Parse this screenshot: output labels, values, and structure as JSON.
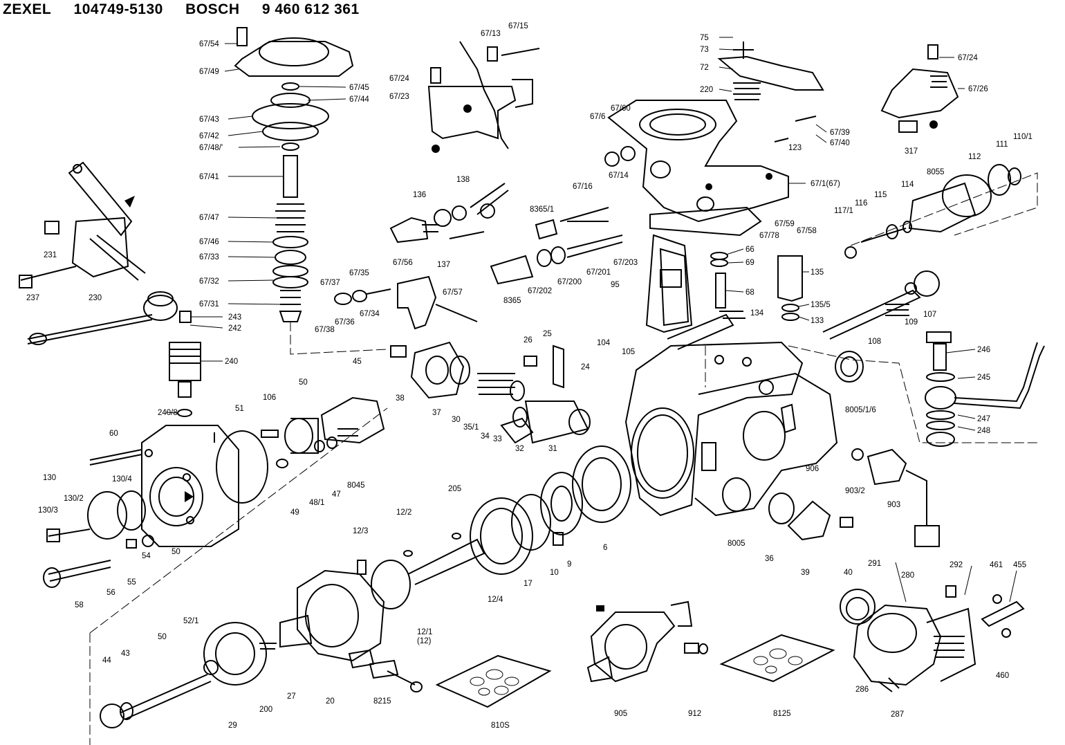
{
  "header": {
    "maker_code": "ZEXEL",
    "maker_number": "104749-5130",
    "oem_name": "BOSCH",
    "oem_number": "9 460 612 361"
  },
  "labels": [
    "67/54",
    "67/49",
    "67/45",
    "67/44",
    "67/43",
    "67/42",
    "67/48/'",
    "67/41",
    "67/47",
    "67/46",
    "67/33",
    "67/32",
    "67/31",
    "67/13",
    "67/15",
    "67/24",
    "67/23",
    "75",
    "73",
    "72",
    "220",
    "67/60",
    "67/6",
    "67/14",
    "67/16",
    "8365/1",
    "136",
    "138",
    "137",
    "123",
    "67/39",
    "67/40",
    "67/1(67)",
    "67/59",
    "67/58",
    "67/78",
    "67/24",
    "67/26",
    "317",
    "110/1",
    "111",
    "112",
    "8055",
    "114",
    "115",
    "116",
    "117/1",
    "66",
    "69",
    "68",
    "95",
    "67/203",
    "67/201",
    "67/200",
    "67/202",
    "8365",
    "67/56",
    "67/57",
    "67/37",
    "67/35",
    "67/36",
    "67/34",
    "67/38",
    "135",
    "135/5",
    "134",
    "133",
    "108",
    "109",
    "107",
    "246",
    "245",
    "247",
    "248",
    "231",
    "237",
    "230",
    "243",
    "242",
    "240",
    "240/8",
    "26",
    "25",
    "24",
    "104",
    "105",
    "38",
    "37",
    "30",
    "35/1",
    "34",
    "33",
    "32",
    "31",
    "8005/1/6",
    "45",
    "50",
    "106",
    "51",
    "60",
    "48/1",
    "47",
    "8045",
    "49",
    "130",
    "130/4",
    "130/2",
    "130/3",
    "50",
    "54",
    "55",
    "56",
    "58",
    "906",
    "903/2",
    "903",
    "205",
    "12/2",
    "12/3",
    "12/4",
    "17",
    "10",
    "9",
    "6",
    "8005",
    "36",
    "39",
    "40",
    "12/1",
    "(12)",
    "291",
    "280",
    "292",
    "461",
    "455",
    "460",
    "286",
    "287",
    "52/1",
    "50",
    "44",
    "43",
    "29",
    "27",
    "200",
    "20",
    "8215",
    "810S",
    "905",
    "912",
    "8125"
  ]
}
